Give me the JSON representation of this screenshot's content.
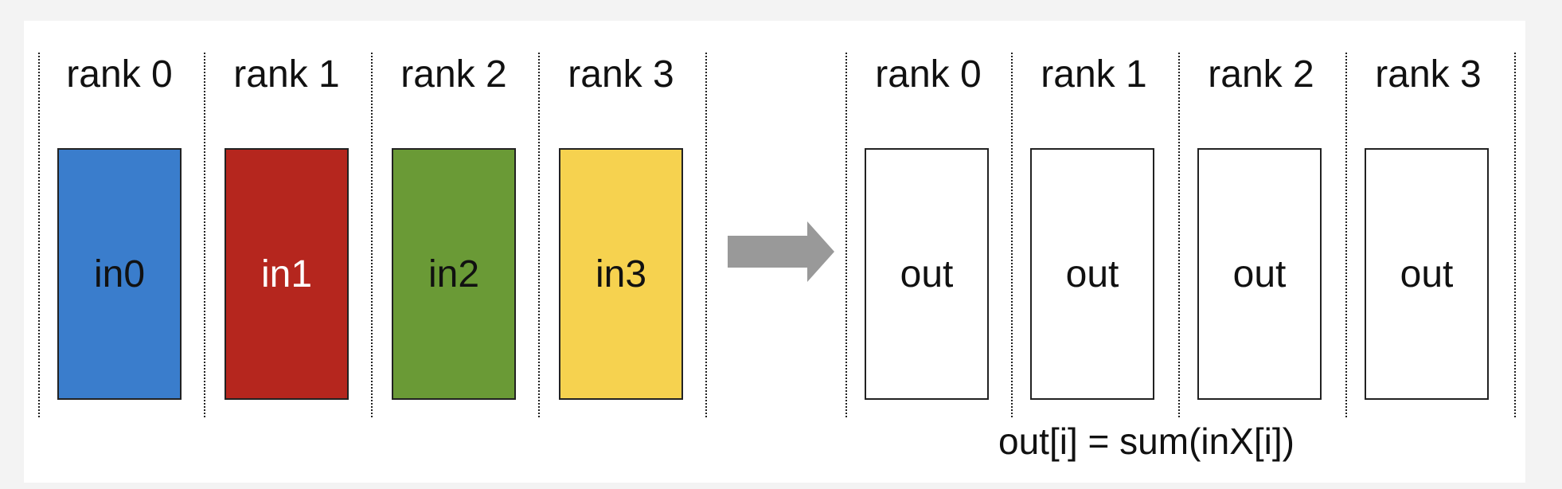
{
  "ranks": [
    "rank 0",
    "rank 1",
    "rank 2",
    "rank 3"
  ],
  "inputs": [
    {
      "label": "in0",
      "fill": "#3a7dcc",
      "text_color": "#111111"
    },
    {
      "label": "in1",
      "fill": "#b5261e",
      "text_color": "#ffffff"
    },
    {
      "label": "in2",
      "fill": "#6a9a36",
      "text_color": "#111111"
    },
    {
      "label": "in3",
      "fill": "#f6d24f",
      "text_color": "#111111"
    }
  ],
  "outputs": [
    {
      "label": "out"
    },
    {
      "label": "out"
    },
    {
      "label": "out"
    },
    {
      "label": "out"
    }
  ],
  "formula": "out[i] = sum(inX[i])",
  "colors": {
    "arrow": "#999999",
    "output_fill": "#ffffff",
    "border": "#222222"
  }
}
